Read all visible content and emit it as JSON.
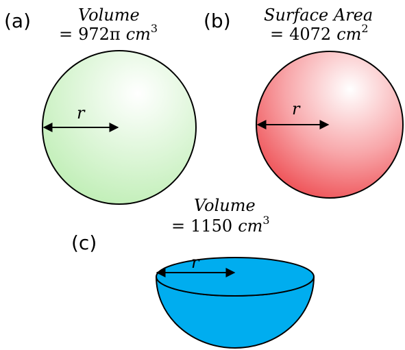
{
  "panels": {
    "a": {
      "tag": "(a)",
      "quantity": "Volume",
      "eq_sign": "=",
      "value": "972π",
      "unit": "cm",
      "exponent": "3",
      "radius_label": "r",
      "fill_color": "#c6f0c0"
    },
    "b": {
      "tag": "(b)",
      "quantity": "Surface Area",
      "eq_sign": "=",
      "value": "4072",
      "unit": "cm",
      "exponent": "2",
      "radius_label": "r",
      "fill_color": "#f26d72"
    },
    "c": {
      "tag": "(c)",
      "quantity": "Volume",
      "eq_sign": "=",
      "value": "1150",
      "unit": "cm",
      "exponent": "3",
      "radius_label": "r",
      "fill_color": "#00aeef"
    }
  }
}
